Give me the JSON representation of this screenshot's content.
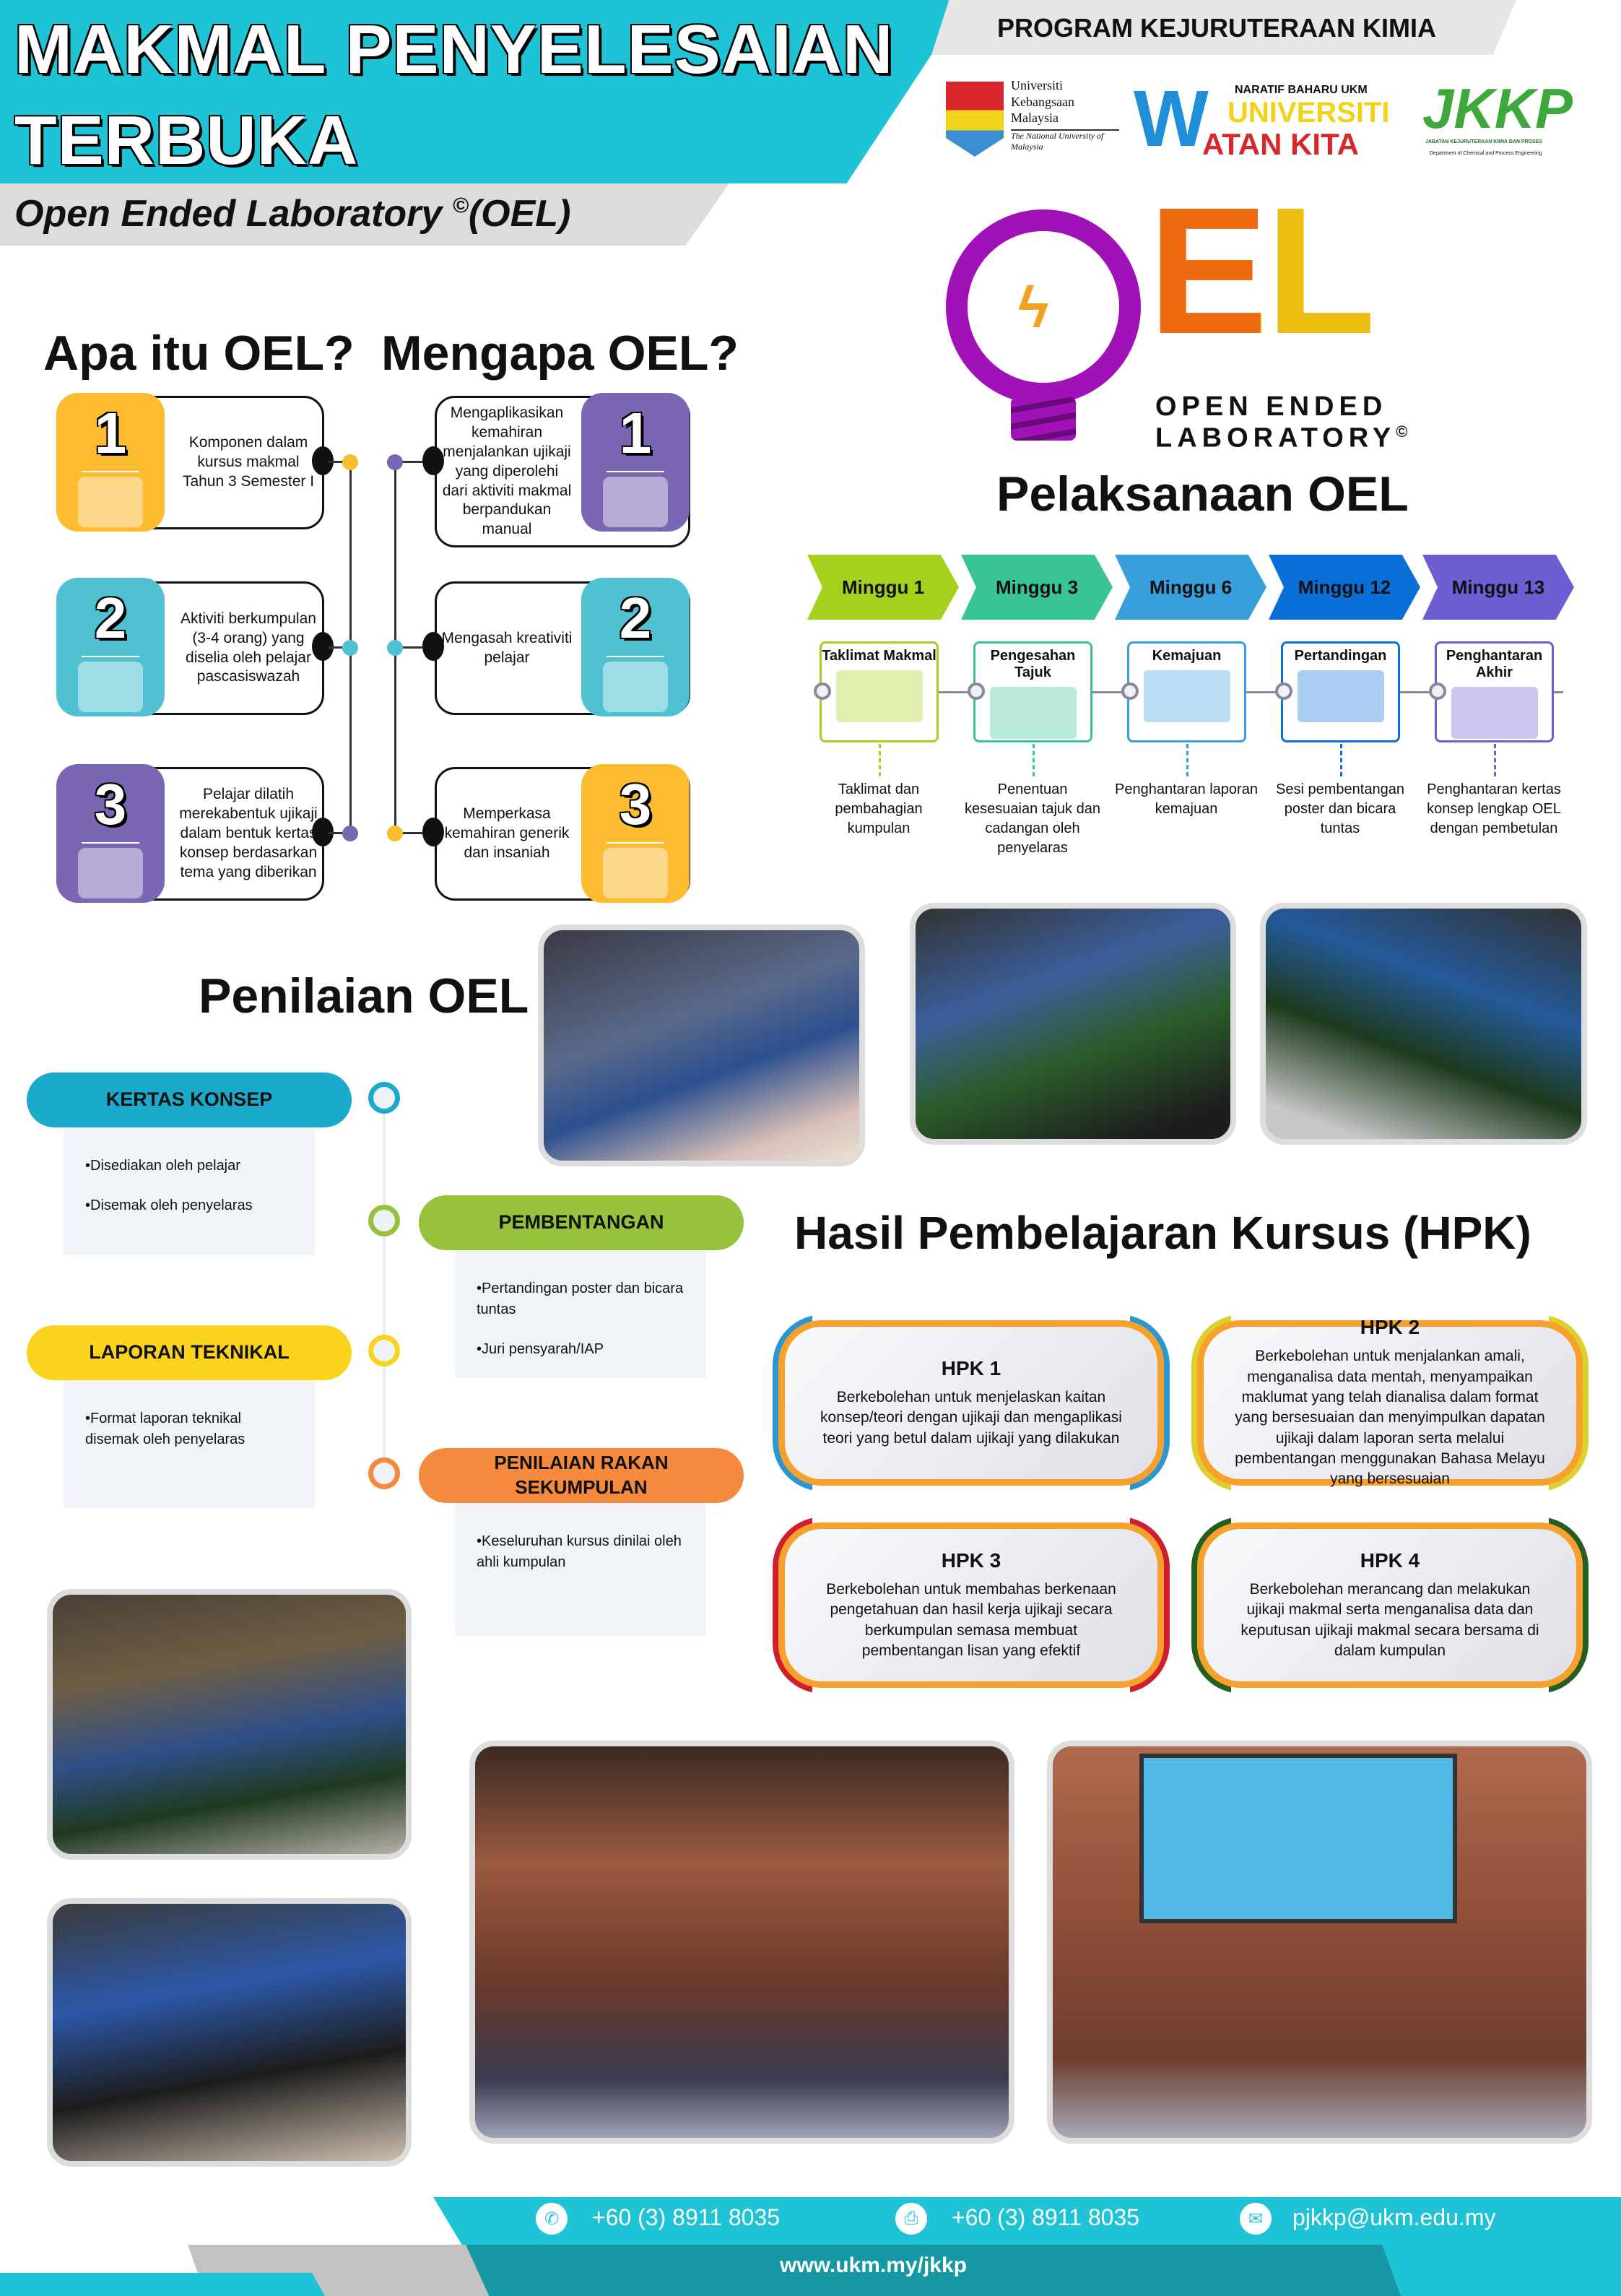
{
  "header": {
    "title_line1": "MAKMAL PENYELESAIAN",
    "title_line2": "TERBUKA",
    "subtitle": "Open Ended Laboratory",
    "subtitle_mark": "©",
    "subtitle_abbr": "(OEL)",
    "program": "PROGRAM KEJURUTERAAN KIMIA"
  },
  "logos": {
    "ukm": [
      "Universiti",
      "Kebangsaan",
      "Malaysia",
      "The National University of Malaysia"
    ],
    "wawasan": {
      "top": "NARATIF BAHARU UKM",
      "l1": "UNIVERSITI",
      "l2": "ATAN KITA",
      "w": "W"
    },
    "jkkp": {
      "name": "JKKP",
      "dept": "JABATAN KEJURUTERAAN KIMIA DAN PROSES",
      "dept_en": "Department of Chemical and Process Engineering"
    },
    "oel": {
      "letters": "EL",
      "line1": "OPEN ENDED",
      "line2": "LABORATORY",
      "mark": "©"
    }
  },
  "apa": {
    "title": "Apa itu OEL?",
    "items": [
      {
        "n": "1",
        "text": "Komponen dalam kursus makmal Tahun 3 Semester I"
      },
      {
        "n": "2",
        "text": "Aktiviti berkumpulan (3-4 orang) yang diselia oleh pelajar pascasiswazah"
      },
      {
        "n": "3",
        "text": "Pelajar dilatih merekabentuk ujikaji dalam bentuk kertas konsep berdasarkan tema yang diberikan"
      }
    ]
  },
  "mengapa": {
    "title": "Mengapa OEL?",
    "items": [
      {
        "n": "1",
        "text": "Mengaplikasikan kemahiran menjalankan ujikaji yang diperolehi dari aktiviti makmal berpandukan manual"
      },
      {
        "n": "2",
        "text": "Mengasah kreativiti pelajar"
      },
      {
        "n": "3",
        "text": "Memperkasa kemahiran generik dan insaniah"
      }
    ]
  },
  "pelaksanaan": {
    "title": "Pelaksanaan OEL",
    "steps": [
      {
        "week": "Minggu 1",
        "stage": "Taklimat Makmal",
        "desc": "Taklimat dan pembahagian kumpulan",
        "color": "#a3d11c"
      },
      {
        "week": "Minggu 3",
        "stage": "Pengesahan Tajuk",
        "desc": "Penentuan kesesuaian tajuk dan cadangan oleh penyelaras",
        "color": "#39c494"
      },
      {
        "week": "Minggu 6",
        "stage": "Kemajuan",
        "desc": "Penghantaran laporan kemajuan",
        "color": "#379fdc"
      },
      {
        "week": "Minggu 12",
        "stage": "Pertandingan",
        "desc": "Sesi pembentangan poster dan bicara tuntas",
        "color": "#0b6fd8"
      },
      {
        "week": "Minggu 13",
        "stage": "Penghantaran Akhir",
        "desc": "Penghantaran kertas konsep lengkap OEL dengan pembetulan",
        "color": "#6c5ed3"
      }
    ]
  },
  "penilaian": {
    "title": "Penilaian OEL",
    "items": [
      {
        "label": "KERTAS KONSEP",
        "color": "#1aabcc",
        "points": [
          "•Disediakan oleh pelajar",
          "•Disemak oleh penyelaras"
        ]
      },
      {
        "label": "PEMBENTANGAN",
        "color": "#97c23c",
        "points": [
          "•Pertandingan poster dan bicara tuntas",
          "•Juri pensyarah/IAP"
        ]
      },
      {
        "label": "LAPORAN TEKNIKAL",
        "color": "#fad31c",
        "points": [
          "•Format laporan teknikal disemak oleh penyelaras"
        ]
      },
      {
        "label": "PENILAIAN RAKAN SEKUMPULAN",
        "color": "#f58a3e",
        "points": [
          "•Keseluruhan kursus dinilai oleh ahli kumpulan"
        ]
      }
    ]
  },
  "hpk": {
    "title": "Hasil Pembelajaran Kursus (HPK)",
    "items": [
      {
        "label": "HPK 1",
        "text": "Berkebolehan untuk menjelaskan kaitan konsep/teori dengan ujikaji dan mengaplikasi teori yang betul dalam ujikaji yang dilakukan",
        "color": "#2a97d4"
      },
      {
        "label": "HPK 2",
        "text": "Berkebolehan untuk menjalankan amali, menganalisa data mentah, menyampaikan maklumat yang telah dianalisa dalam format yang bersesuaian dan menyimpulkan dapatan ujikaji dalam laporan serta melalui pembentangan menggunakan Bahasa Melayu yang bersesuaian",
        "color": "#dccf2e"
      },
      {
        "label": "HPK 3",
        "text": "Berkebolehan untuk membahas berkenaan pengetahuan dan hasil kerja ujikaji secara berkumpulan semasa membuat pembentangan lisan yang efektif",
        "color": "#cf1f2e"
      },
      {
        "label": "HPK 4",
        "text": "Berkebolehan merancang dan melakukan ujikaji makmal serta menganalisa data dan keputusan ujikaji makmal secara bersama di dalam kumpulan",
        "color": "#245f1f"
      }
    ]
  },
  "footer": {
    "phone": "+60 (3) 8911 8035",
    "fax": "+60 (3) 8911 8035",
    "email": "pjkkp@ukm.edu.my",
    "website": "www.ukm.my/jkkp"
  }
}
